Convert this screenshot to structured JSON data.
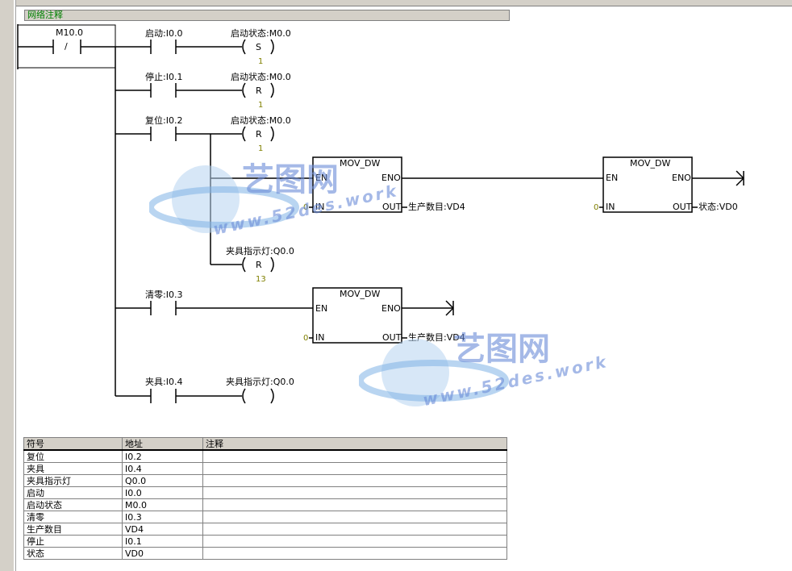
{
  "network": {
    "comment": "网络注释",
    "contact_m10": "M10.0",
    "contact_m10_mark": "/"
  },
  "rungs": {
    "start_contact": "启动:I0.0",
    "start_coil": "启动状态:M0.0",
    "start_coil_type": "S",
    "start_coil_n": "1",
    "stop_contact": "停止:I0.1",
    "stop_coil": "启动状态:M0.0",
    "stop_coil_type": "R",
    "stop_coil_n": "1",
    "reset_contact": "复位:I0.2",
    "reset_coil": "启动状态:M0.0",
    "reset_coil_type": "R",
    "reset_coil_n": "1",
    "reset_box1_title": "MOV_DW",
    "reset_box1_en": "EN",
    "reset_box1_eno": "ENO",
    "reset_box1_in": "IN",
    "reset_box1_out": "OUT",
    "reset_box1_in_val": "0",
    "reset_box1_out_val": "生产数目:VD4",
    "reset_box2_title": "MOV_DW",
    "reset_box2_en": "EN",
    "reset_box2_eno": "ENO",
    "reset_box2_in": "IN",
    "reset_box2_out": "OUT",
    "reset_box2_in_val": "0",
    "reset_box2_out_val": "状态:VD0",
    "fixture_light_coil": "夹具指示灯:Q0.0",
    "fixture_light_coil_type": "R",
    "fixture_light_coil_n": "13",
    "clear_contact": "清零:I0.3",
    "clear_box_title": "MOV_DW",
    "clear_box_en": "EN",
    "clear_box_eno": "ENO",
    "clear_box_in": "IN",
    "clear_box_out": "OUT",
    "clear_box_in_val": "0",
    "clear_box_out_val": "生产数目:VD4",
    "fixture_contact": "夹具:I0.4",
    "fixture_coil": "夹具指示灯:Q0.0"
  },
  "watermark": {
    "brand": "艺图网",
    "url": "www.52des.work"
  },
  "symbol_table": {
    "headers": [
      "符号",
      "地址",
      "注释"
    ],
    "rows": [
      [
        "复位",
        "I0.2",
        ""
      ],
      [
        "夹具",
        "I0.4",
        ""
      ],
      [
        "夹具指示灯",
        "Q0.0",
        ""
      ],
      [
        "启动",
        "I0.0",
        ""
      ],
      [
        "启动状态",
        "M0.0",
        ""
      ],
      [
        "清零",
        "I0.3",
        ""
      ],
      [
        "生产数目",
        "VD4",
        ""
      ],
      [
        "停止",
        "I0.1",
        ""
      ],
      [
        "状态",
        "VD0",
        ""
      ]
    ]
  }
}
